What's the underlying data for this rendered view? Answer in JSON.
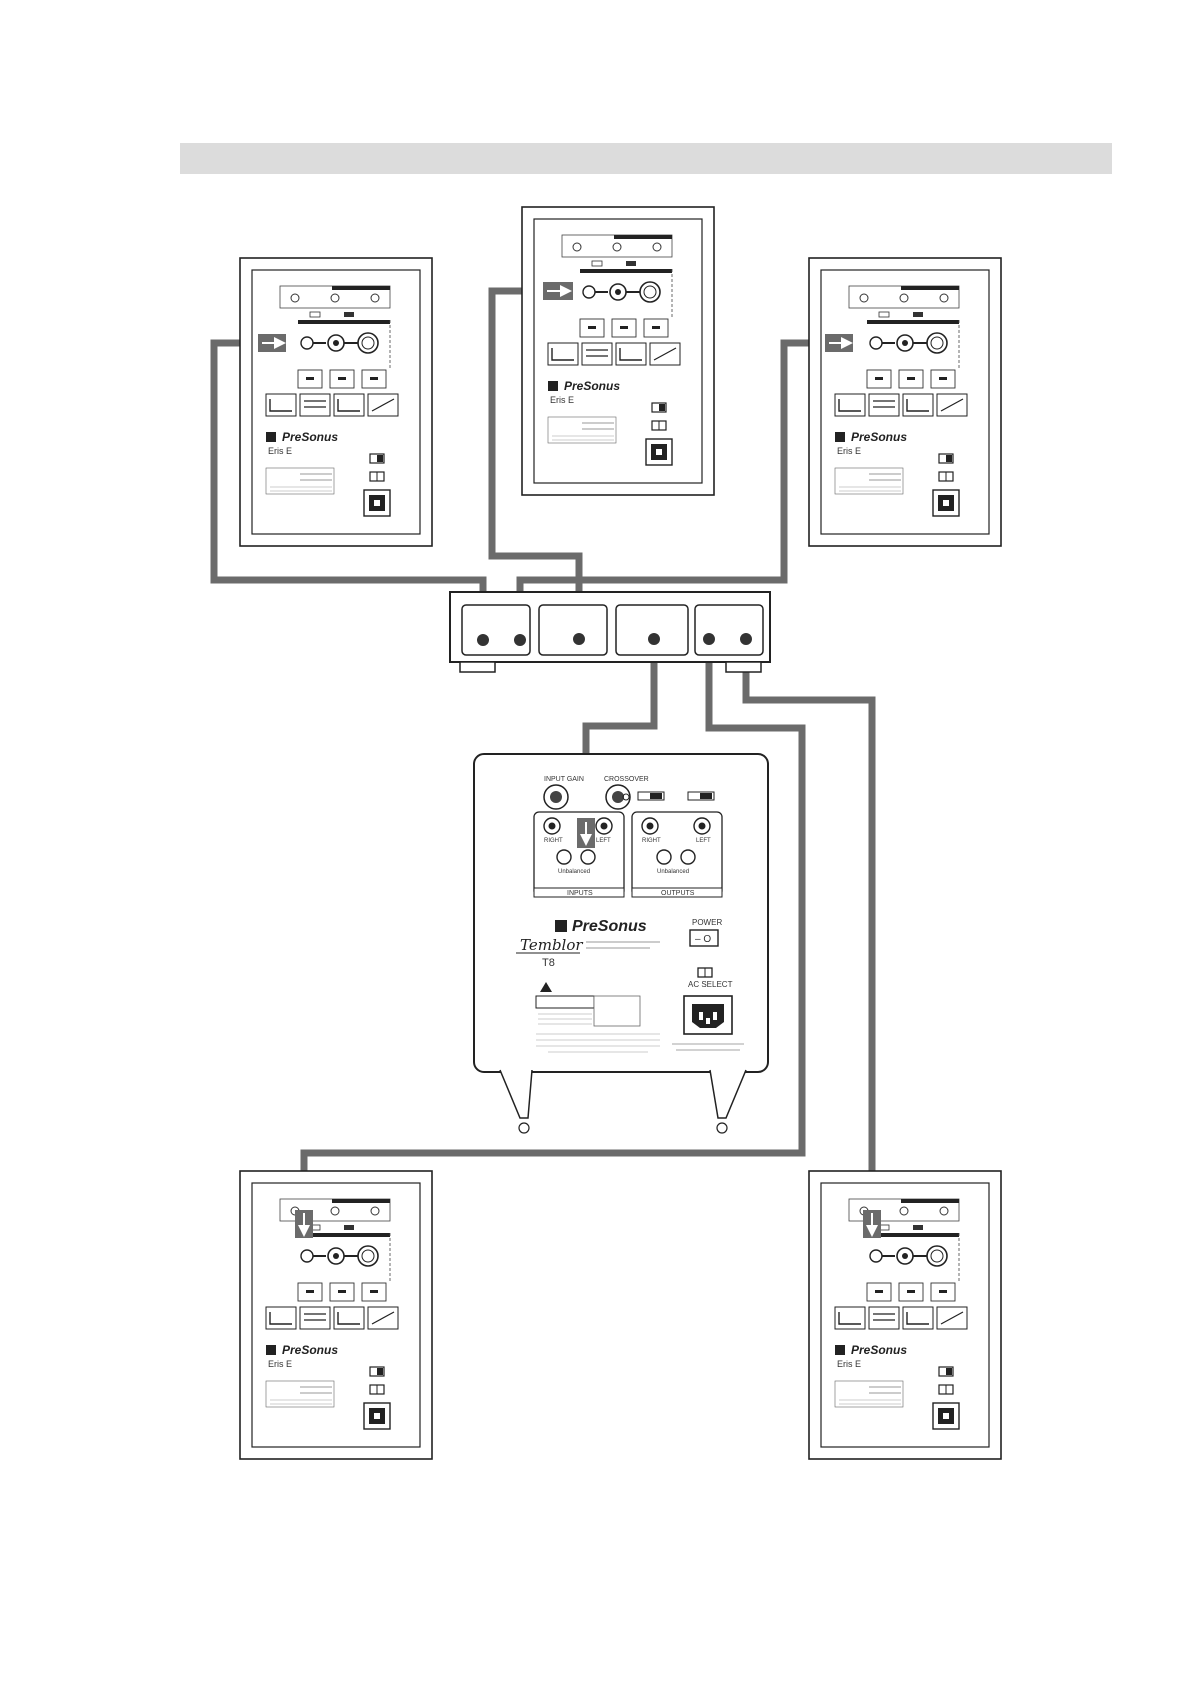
{
  "header_band": {
    "color": "#dcdcdc"
  },
  "cable": {
    "color": "#6b6b6b"
  },
  "speakers": [
    {
      "id": "left-front",
      "brand": "PreSonus",
      "model": "Eris E"
    },
    {
      "id": "center",
      "brand": "PreSonus",
      "model": "Eris E"
    },
    {
      "id": "right-front",
      "brand": "PreSonus",
      "model": "Eris E"
    },
    {
      "id": "left-rear",
      "brand": "PreSonus",
      "model": "Eris E"
    },
    {
      "id": "right-rear",
      "brand": "PreSonus",
      "model": "Eris E"
    }
  ],
  "subwoofer": {
    "brand": "PreSonus",
    "product": "Temblor",
    "model": "T8",
    "knob_labels": [
      "INPUT GAIN",
      "CROSSOVER"
    ],
    "input_labels": [
      "RIGHT",
      "LEFT",
      "Unbalanced"
    ],
    "output_labels": [
      "RIGHT",
      "LEFT",
      "Unbalanced"
    ],
    "section_labels": [
      "INPUTS",
      "OUTPUTS"
    ],
    "power_label": "POWER",
    "power_switch": "– O",
    "ac_select_label": "AC SELECT"
  },
  "icons": [
    "arrow-right-icon",
    "arrow-down-icon",
    "power-switch-icon",
    "iec-power-inlet-icon",
    "warning-triangle-icon"
  ]
}
